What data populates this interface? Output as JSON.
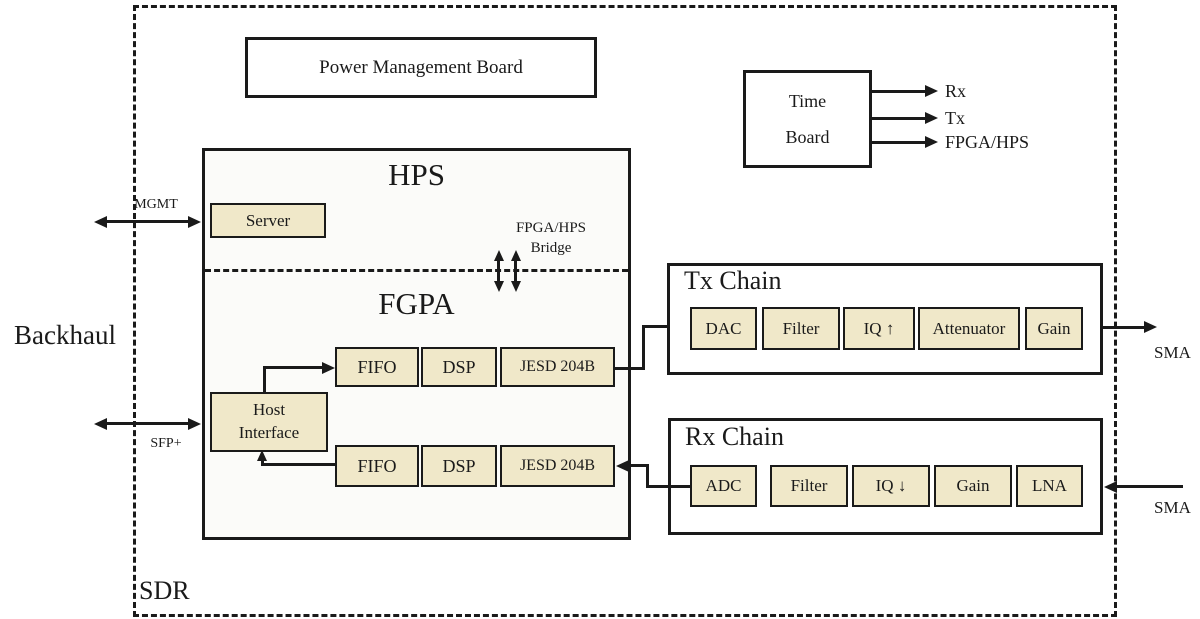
{
  "diagram": {
    "sdr_label": "SDR",
    "backhaul_label": "Backhaul",
    "power_board_label": "Power Management Board",
    "time_board": {
      "line1": "Time",
      "line2": "Board",
      "outputs": [
        "Rx",
        "Tx",
        "FPGA/HPS"
      ]
    },
    "ports": {
      "mgmt": "MGMT",
      "sfp": "SFP+"
    },
    "soc": {
      "hps_label": "HPS",
      "fpga_label": "FGPA",
      "server_label": "Server",
      "bridge_line1": "FPGA/HPS",
      "bridge_line2": "Bridge",
      "host_interface_line1": "Host",
      "host_interface_line2": "Interface",
      "tx_path_blocks": [
        "FIFO",
        "DSP",
        "JESD 204B"
      ],
      "rx_path_blocks": [
        "FIFO",
        "DSP",
        "JESD 204B"
      ]
    },
    "tx_chain": {
      "title": "Tx Chain",
      "blocks": [
        "DAC",
        "Filter",
        "IQ ↑",
        "Attenuator",
        "Gain"
      ],
      "sma_label": "SMA"
    },
    "rx_chain": {
      "title": "Rx Chain",
      "blocks": [
        "ADC",
        "Filter",
        "IQ ↓",
        "Gain",
        "LNA"
      ],
      "sma_label": "SMA"
    },
    "colors": {
      "block_fill": "#f0e8c9",
      "line": "#1a1a1a"
    }
  }
}
